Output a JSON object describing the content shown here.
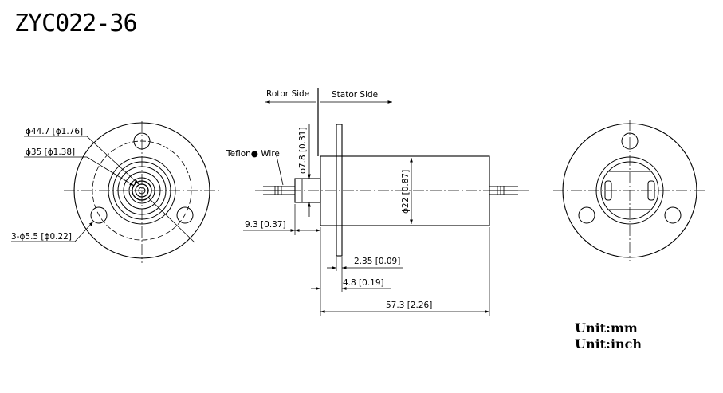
{
  "title": "ZYC022-36",
  "front_view": {
    "dia_outer": "ϕ44.7 [ϕ1.76]",
    "dia_pcd": "ϕ35 [ϕ1.38]",
    "holes": "3-ϕ5.5 [ϕ0.22]"
  },
  "side_view": {
    "rotor_side": "Rotor Side",
    "stator_side": "Stator Side",
    "wire": "Teflon● Wire",
    "dia_shaft": "ϕ7.8 [0.31]",
    "dia_body": "ϕ22 [0.87]",
    "dim_shaft_len": "9.3 [0.37]",
    "dim_flange_thk": "2.35 [0.09]",
    "dim_flange_pos": "4.8 [0.19]",
    "dim_total": "57.3 [2.26]"
  },
  "units": {
    "mm": "Unit:mm",
    "inch": "Unit:inch"
  }
}
